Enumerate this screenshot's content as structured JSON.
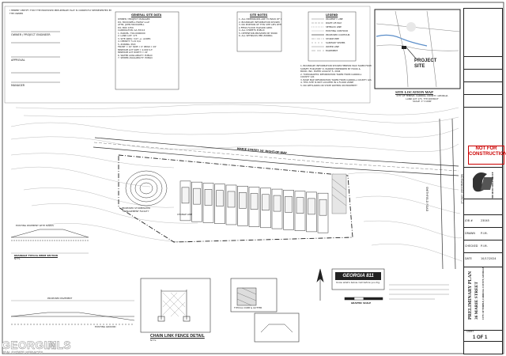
{
  "notes": {
    "owner_statement": "I HEREBY CERTIFY THAT THE PROPOSED PRELIMINARY PLAT IS CORRECTLY REPRESENTED BY THE OWNER",
    "sig_owner": "OWNER / PROJECT ENGINEER",
    "sig_approval": "APPROVAL",
    "sig_manager": "MANAGER",
    "notes_title": "GENERAL SITE DATA",
    "notes_lines": [
      "OWNER / PROJECT MANAGER",
      "P.O. MCDOWELL FAMILY LLLP",
      "ATTN: JOHN MCDOWELL",
      "P.O. BOX 1350",
      "CARROLLTON, GA 30112",
      "1. PARCEL: T02-0000000",
      "2. LAND LOT: 173",
      "3. SITE AREA: 3.07 +/- ACRES",
      "4. DENSITY: 5.21 U/A",
      "5. ZONING: PUD",
      "FRONT = 10'  SIDE = 0'  REAR = 20'",
      "MINIMUM LOT SIZE = 2,000 S.F.",
      "MINIMUM LOT WIDTH = 22'",
      "6. WATER AVAILABILITY: PUBLIC",
      "7. SEWER AVAILABILITY: PUBLIC"
    ],
    "site_notes_title": "SITE NOTES",
    "site_notes_lines": [
      "1. ALL DIMENSIONS ARE TO BACK OF CURB",
      "2. BOUNDARY INFORMATION SHOWN",
      "3. NO PORTION OF THIS SITE LIES WITHIN",
      "   A FEMA FLOOD HAZARD AREA",
      "4. ALL STREETS PUBLIC",
      "5. DETENTION PROVIDED BY POND",
      "6. ALL SETBACKS PER ZONING"
    ],
    "legend_title": "LEGEND",
    "legend_lines": [
      "PROPERTY LINE",
      "RIGHT-OF-WAY",
      "SETBACK LINE",
      "EXISTING CONTOUR",
      "PROPOSED CONTOUR",
      "STORM PIPE",
      "SANITARY SEWER",
      "WATER LINE",
      "EASEMENT"
    ],
    "reference_notes": [
      "1. BOUNDARY INFORMATION SHOWN HEREON WAS TAKEN FROM",
      "   SURVEY FOR JIMMY D. PARRISH PREPARED BY HOOK &",
      "   BOOD, INC. DATED AUGUST 5, 2004",
      "2. TOPOGRAPHIC INFORMATION TAKEN FROM CARROLL",
      "   COUNTY GIS",
      "3. BASE MAP INFORMATION TAKEN FROM CARROLL COUNTY GIS",
      "4. THIS SITE IS NOT LOCATED IN A FLOOD ZONE",
      "5. NO WETLANDS OR STATE WATERS ON PROPERTY"
    ]
  },
  "location_map": {
    "project_label": "PROJECT\nSITE",
    "title": "SITE LOCATION MAP",
    "subtitle_lines": [
      "CITY OF TEMPLE, CARROLL COUNTY, GEORGIA",
      "LAND LOT 173, 7TH DISTRICT",
      "SCALE: 1\"=1000'"
    ]
  },
  "site_plan": {
    "street_name": "MARIE STREET  50' RIGHT-OF-WAY",
    "side_road": "SMITHFIELD ROAD",
    "side_road_right": "MORNINGSIDE CIRCLE",
    "pond_label": "PROPOSED STORMWATER\nMANAGEMENT FACILITY",
    "lot_count": 13,
    "notes_center": "CHANGE LINE"
  },
  "details": {
    "fence_detail_title": "CHAIN LINK FENCE DETAIL",
    "fence_scale": "N.T.S.",
    "section_title": "DRAINAGE TYPICAL BERM SECTION",
    "section_scale": "N.T.S.",
    "profile_labels": [
      "EXISTING PAVEMENT WITH MARKS",
      "PROPOSED PAVEMENT",
      "EXISTING GROUND"
    ],
    "typical_label": "TYPICAL CURB & GUTTER",
    "graphic_scale": "GRAPHIC SCALE",
    "logo_text": "GEORGIA 811",
    "logo_sub": "Know what's below. Call before you dig."
  },
  "title_block": {
    "not_for_construction": "NOT FOR\nCONSTRUCTION",
    "company": "THE MCDOWELL GROUP",
    "plan_title": "PRELIMINARY PLAN",
    "street_title": "36 MARIE STREET",
    "location_sub": "CITY OF TEMPLE, CARROLL COUNTY, GEORGIA",
    "sheet_label": "SHEET",
    "sheet_number": "1 OF 1",
    "job_rows": [
      "JOB #",
      "DRAWN",
      "CHECKED",
      "DATE"
    ],
    "job_values": [
      "23045",
      "P.I.M.",
      "P.I.M.",
      "10/17/2024"
    ]
  },
  "watermark": {
    "brand": "GEORGIA",
    "brand_suffix": "MLS",
    "tagline": "REAL ESTATE SERVICES"
  }
}
